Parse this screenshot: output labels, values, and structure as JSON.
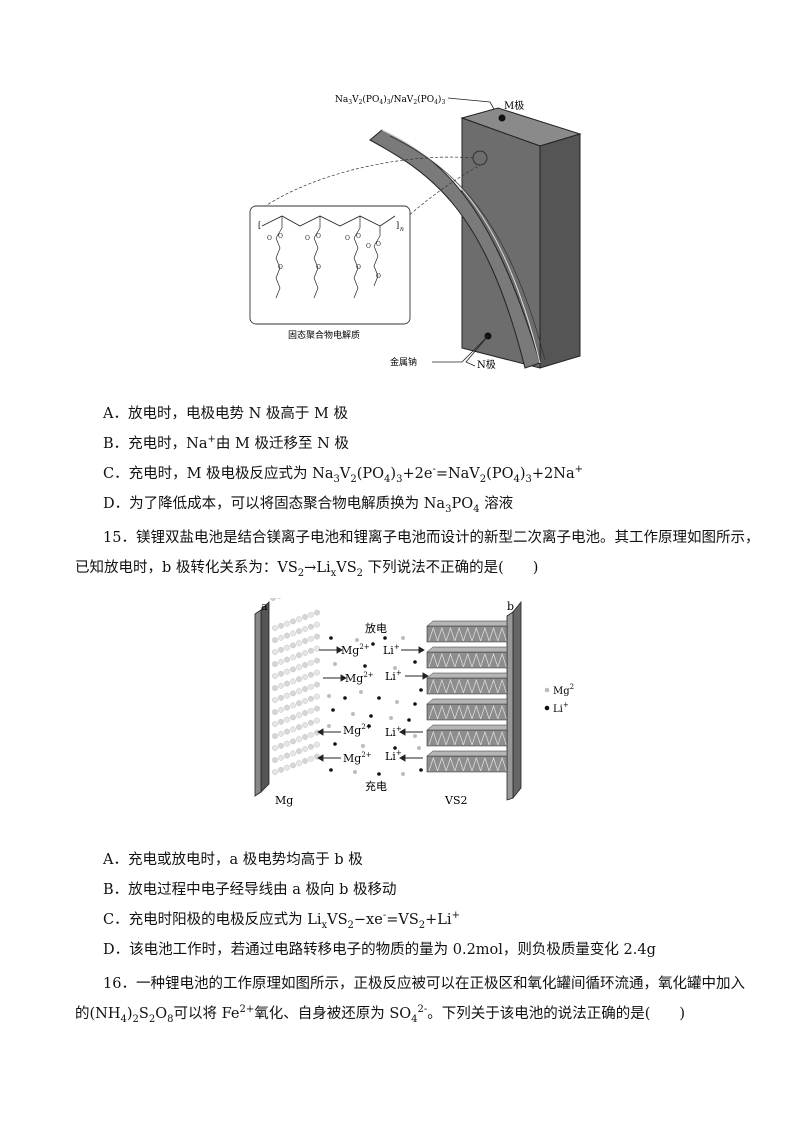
{
  "fig1": {
    "m_formula": "Na3V2(PO4)3/NaV2(PO4)3",
    "m_label": "M极",
    "electrolyte_label": "固态聚合物电解质",
    "metal_label": "金属钠",
    "n_label": "N极"
  },
  "q14": {
    "options": [
      {
        "letter": "A",
        "text": "放电时，电极电势 N 极高于 M 极"
      },
      {
        "letter": "B",
        "text": "充电时，Na⁺由 M 极迁移至 N 极"
      },
      {
        "letter": "C",
        "text": "充电时，M 极电极反应式为 Na₃V₂(PO₄)₃+2e⁻=NaV₂(PO₄)₃+2Na⁺"
      },
      {
        "letter": "D",
        "text": "为了降低成本，可以将固态聚合物电解质换为 Na₃PO₄ 溶液"
      }
    ]
  },
  "q15": {
    "line1": "15．镁锂双盐电池是结合镁离子电池和锂离子电池而设计的新型二次离子电池。其工作原理如图所示，",
    "line2": "已知放电时，b 极转化关系为：VS₂→LiₓVS₂下列说法不正确的是(　　)",
    "options": [
      {
        "letter": "A",
        "text": "充电或放电时，a 极电势均高于 b 极"
      },
      {
        "letter": "B",
        "text": "放电过程中电子经导线由 a 极向 b 极移动"
      },
      {
        "letter": "C",
        "text": "充电时阳极的电极反应式为 LiₓVS₂−xe⁻=VS₂+Li⁺"
      },
      {
        "letter": "D",
        "text": "该电池工作时，若通过电路转移电子的物质的量为 0.2mol，则负极质量变化 2.4g"
      }
    ]
  },
  "fig2": {
    "label_a": "a",
    "label_b": "b",
    "discharge": "放电",
    "charge": "充电",
    "mg_electrode": "Mg",
    "vs2_electrode": "VS2",
    "mg_ion": "Mg2+",
    "li_ion": "Li+",
    "legend_mg": "Mg2",
    "legend_li": "Li+"
  },
  "q16": {
    "line1": "16．一种锂电池的工作原理如图所示，正极反应被可以在正极区和氧化罐间循环流通，氧化罐中加入",
    "line2": "的(NH₄)₂S₂O₈可以将 Fe²⁺氧化、自身被还原为 SO₄²⁻。下列关于该电池的说法正确的是(　　)"
  }
}
